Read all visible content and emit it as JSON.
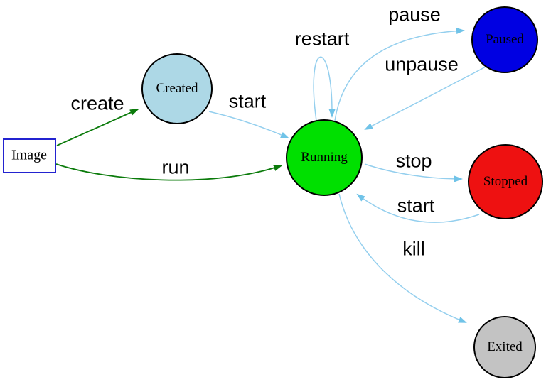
{
  "nodes": {
    "image": {
      "label": "Image",
      "fill": "#ffffff",
      "border": "#2323d0"
    },
    "created": {
      "label": "Created",
      "fill": "#add8e6",
      "border": "#000000"
    },
    "running": {
      "label": "Running",
      "fill": "#00e000",
      "border": "#000000"
    },
    "paused": {
      "label": "Paused",
      "fill": "#0000e2",
      "border": "#000000"
    },
    "stopped": {
      "label": "Stopped",
      "fill": "#ee1111",
      "border": "#000000"
    },
    "exited": {
      "label": "Exited",
      "fill": "#c3c3c3",
      "border": "#000000"
    }
  },
  "edges": {
    "create": {
      "label": "create",
      "color": "#0b7b0b"
    },
    "run": {
      "label": "run",
      "color": "#0b7b0b"
    },
    "start": {
      "label": "start",
      "color": "#94cfee"
    },
    "restart": {
      "label": "restart",
      "color": "#94cfee"
    },
    "pause": {
      "label": "pause",
      "color": "#94cfee"
    },
    "unpause": {
      "label": "unpause",
      "color": "#94cfee"
    },
    "stop": {
      "label": "stop",
      "color": "#94cfee"
    },
    "start_again": {
      "label": "start",
      "color": "#94cfee"
    },
    "kill": {
      "label": "kill",
      "color": "#94cfee"
    }
  },
  "theme": {
    "background": "#ffffff",
    "green_arrow_head": "#0b7b0b",
    "blue_arrow_head": "#70c3e8"
  }
}
